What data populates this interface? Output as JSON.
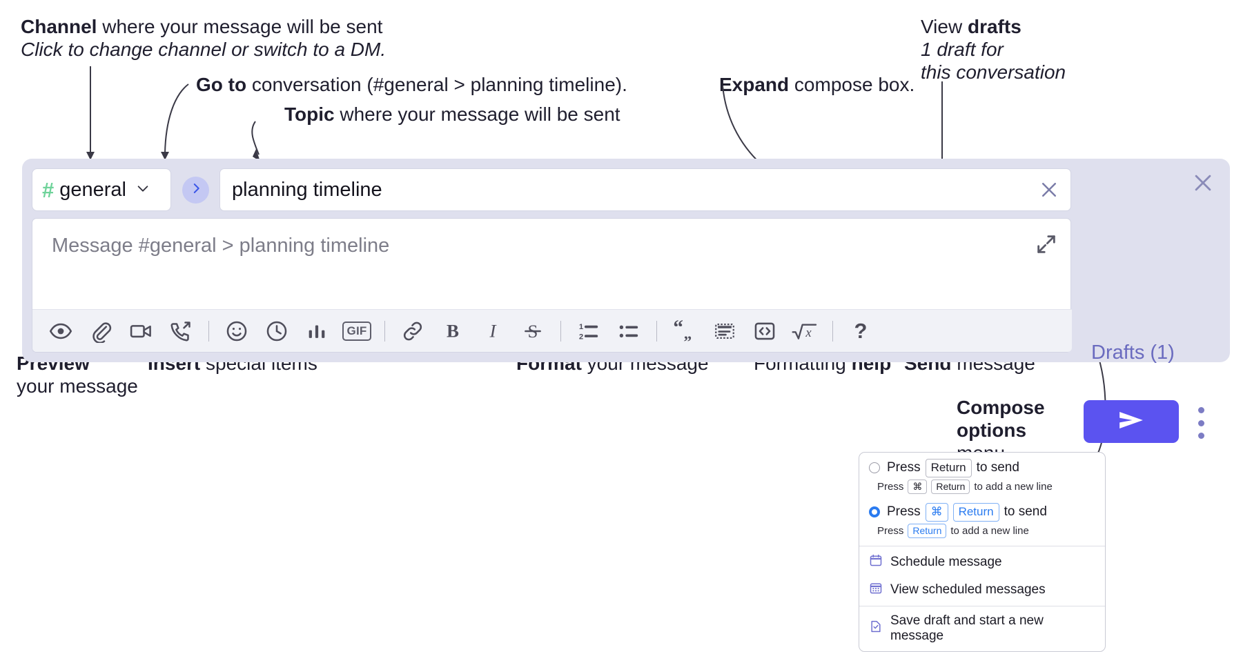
{
  "annotations": {
    "channel": {
      "bold": "Channel",
      "rest": " where your message will be sent",
      "sub": "Click to change channel or switch to a DM."
    },
    "goto": {
      "bold": "Go to",
      "rest": " conversation (#general > planning timeline)."
    },
    "topic": {
      "bold": "Topic",
      "rest": " where your message will be sent"
    },
    "expand": {
      "bold": "Expand",
      "rest": " compose box."
    },
    "drafts": {
      "line1_plain": "View ",
      "line1_bold": "drafts",
      "line2": "1 draft for",
      "line3": "this conversation"
    },
    "preview": {
      "bold": "Preview",
      "line2": "your message"
    },
    "insert": {
      "bold": "Insert",
      "rest": " special items"
    },
    "format": {
      "bold": "Format",
      "rest": " your message"
    },
    "help": {
      "plain": "Formatting ",
      "bold": "help"
    },
    "send": {
      "bold": "Send",
      "rest": " message"
    },
    "compose_options": {
      "line1": "Compose",
      "line2": "options",
      "line3": "menu"
    }
  },
  "compose": {
    "channel": {
      "hash": "#",
      "name": "general",
      "chevron_icon": "chevron-down-icon"
    },
    "goto_icon": "chevron-right-icon",
    "topic": {
      "value": "planning timeline",
      "clear_icon": "close-icon"
    },
    "message": {
      "placeholder": "Message #general > planning timeline",
      "value": ""
    },
    "expand_icon": "expand-diagonal-icon",
    "close_icon": "close-icon",
    "drafts_label": "Drafts (1)",
    "send_icon": "send-paper-plane-icon",
    "more_icon": "kebab-vertical-icon",
    "toolbar": [
      {
        "name": "preview-button",
        "icon": "eye-icon",
        "type": "icon"
      },
      {
        "name": "attach-file-button",
        "icon": "paperclip-icon",
        "type": "icon"
      },
      {
        "name": "record-video-button",
        "icon": "video-camera-icon",
        "type": "icon"
      },
      {
        "name": "record-audio-button",
        "icon": "phone-arrow-icon",
        "type": "icon"
      },
      {
        "name": "toolbar-divider-1",
        "icon": "divider",
        "type": "sep"
      },
      {
        "name": "emoji-button",
        "icon": "smiley-icon",
        "type": "icon"
      },
      {
        "name": "reminder-button",
        "icon": "clock-icon",
        "type": "icon"
      },
      {
        "name": "poll-button",
        "icon": "bar-chart-icon",
        "type": "icon"
      },
      {
        "name": "gif-button",
        "icon": "gif-icon",
        "type": "text",
        "label": "GIF"
      },
      {
        "name": "toolbar-divider-2",
        "icon": "divider",
        "type": "sep"
      },
      {
        "name": "link-button",
        "icon": "link-icon",
        "type": "icon"
      },
      {
        "name": "bold-button",
        "icon": "bold-icon",
        "type": "icon"
      },
      {
        "name": "italic-button",
        "icon": "italic-icon",
        "type": "icon"
      },
      {
        "name": "strikethrough-button",
        "icon": "strikethrough-icon",
        "type": "icon"
      },
      {
        "name": "toolbar-divider-3",
        "icon": "divider",
        "type": "sep"
      },
      {
        "name": "ordered-list-button",
        "icon": "ordered-list-icon",
        "type": "icon"
      },
      {
        "name": "bulleted-list-button",
        "icon": "bulleted-list-icon",
        "type": "icon"
      },
      {
        "name": "toolbar-divider-4",
        "icon": "divider",
        "type": "sep"
      },
      {
        "name": "blockquote-button",
        "icon": "quote-icon",
        "type": "icon"
      },
      {
        "name": "code-block-button",
        "icon": "code-block-icon",
        "type": "icon"
      },
      {
        "name": "inline-code-button",
        "icon": "angle-brackets-icon",
        "type": "icon"
      },
      {
        "name": "latex-button",
        "icon": "square-root-x-icon",
        "type": "icon"
      },
      {
        "name": "toolbar-divider-5",
        "icon": "divider",
        "type": "sep"
      },
      {
        "name": "formatting-help-button",
        "icon": "question-mark-icon",
        "type": "text",
        "label": "?"
      }
    ]
  },
  "options_menu": {
    "option1": {
      "selected": false,
      "main_pre": "Press",
      "main_key": "Return",
      "main_post": "to send",
      "sub_pre": "Press",
      "sub_key1": "⌘",
      "sub_key2": "Return",
      "sub_post": "to add a new line"
    },
    "option2": {
      "selected": true,
      "main_pre": "Press",
      "main_key1": "⌘",
      "main_key2": "Return",
      "main_post": "to send",
      "sub_pre": "Press",
      "sub_key": "Return",
      "sub_post": "to add a new line"
    },
    "items": [
      {
        "name": "schedule-message-item",
        "icon": "calendar-icon",
        "label": "Schedule message"
      },
      {
        "name": "view-scheduled-item",
        "icon": "calendar-grid-icon",
        "label": "View scheduled messages"
      },
      {
        "name": "save-draft-item",
        "icon": "document-check-icon",
        "label": "Save draft and start a new message"
      }
    ]
  },
  "colors": {
    "panel_bg": "#dfe0ee",
    "send_button": "#5b53f0",
    "hash_green": "#6fd39a",
    "goto_bg": "#c4c8f3",
    "drafts_text": "#6a6bbf",
    "accent_blue": "#2a7bf0",
    "menu_icon_purple": "#6f6fd0"
  }
}
